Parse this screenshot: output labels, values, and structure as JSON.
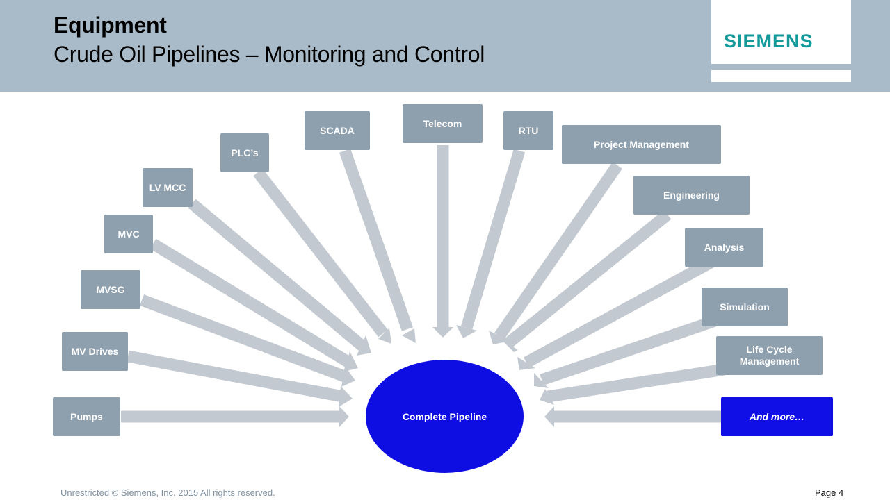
{
  "header": {
    "title": "Equipment",
    "subtitle": "Crude Oil Pipelines – Monitoring and Control",
    "logo_text": "SIEMENS"
  },
  "hub": {
    "label": "Complete Pipeline"
  },
  "left_items": [
    "Pumps",
    "MV Drives",
    "MVSG",
    "MVC",
    "LV MCC",
    "PLC’s",
    "SCADA",
    "Telecom",
    "RTU"
  ],
  "right_items": [
    "Project Management",
    "Engineering",
    "Analysis",
    "Simulation",
    "Life Cycle Management",
    "And more…"
  ],
  "footer": {
    "copyright": "Unrestricted © Siemens, Inc. 2015 All rights reserved.",
    "page": "Page 4"
  },
  "colors": {
    "header_bg": "#a9bbc8",
    "box_bg": "#8e9fae",
    "arrow": "#c3c9d0",
    "hub": "#0e0ee2",
    "highlight": "#0f0fe6",
    "logo": "#159a9c"
  }
}
